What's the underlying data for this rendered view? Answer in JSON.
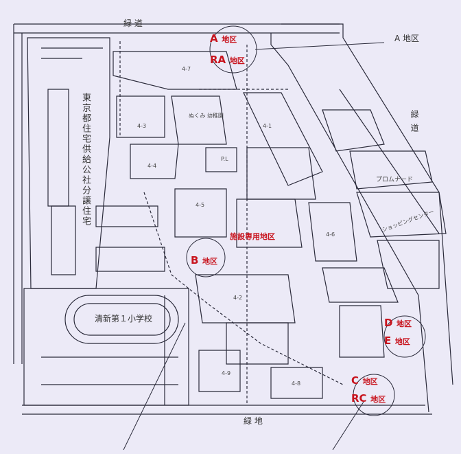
{
  "map": {
    "area_labels": {
      "a": {
        "code": "A",
        "suffix": "地区"
      },
      "ra": {
        "code": "RA",
        "suffix": "地区"
      },
      "b": {
        "code": "B",
        "suffix": "地区"
      },
      "c": {
        "code": "C",
        "suffix": "地区"
      },
      "rc": {
        "code": "RC",
        "suffix": "地区"
      },
      "d": {
        "code": "D",
        "suffix": "地区"
      },
      "e": {
        "code": "E",
        "suffix": "地区"
      },
      "facility": "施設専用地区"
    },
    "callout_a": "A 地区",
    "street_top": "緑 道",
    "street_bottom": "緑 地",
    "street_right": "緑 道",
    "housing": "東京都住宅供給公社分譲住宅",
    "school": "清新第１小学校",
    "kindergarten": "ぬくみ 幼稚園",
    "arcade": "プロムナード",
    "shopping_center": "ショッピングセンター",
    "blocks": [
      "4-7",
      "4-3",
      "4-4",
      "4-5",
      "4-6",
      "4-1",
      "4-2",
      "4-9",
      "4-8"
    ],
    "pl": "P.L",
    "colors": {
      "accent": "#c8141e",
      "line": "#2a2a3a",
      "paper": "#eceaf7"
    }
  }
}
